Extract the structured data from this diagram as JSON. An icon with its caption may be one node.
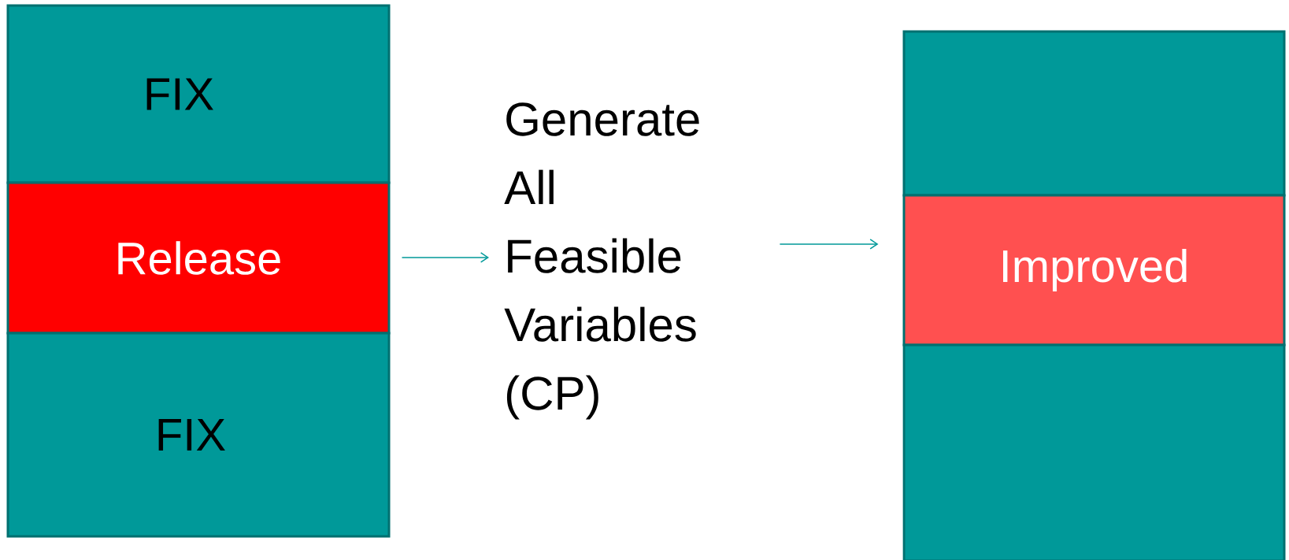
{
  "diagram": {
    "nodes": [
      {
        "text": [
          "FIX"
        ]
      },
      {
        "text": [
          "Release"
        ]
      },
      {
        "text": [
          "FIX"
        ]
      },
      {
        "text": [
          "Generate All Feasible Variables (CP)"
        ]
      },
      {
        "text": [],
        "shape": "box"
      },
      {
        "text": [
          "Improved"
        ]
      },
      {
        "text": [],
        "shape": "box"
      }
    ],
    "edges": [
      {
        "from": 1,
        "to": 3,
        "arrow": "to"
      },
      {
        "from": 3,
        "to": 5,
        "arrow": "to"
      }
    ]
  }
}
